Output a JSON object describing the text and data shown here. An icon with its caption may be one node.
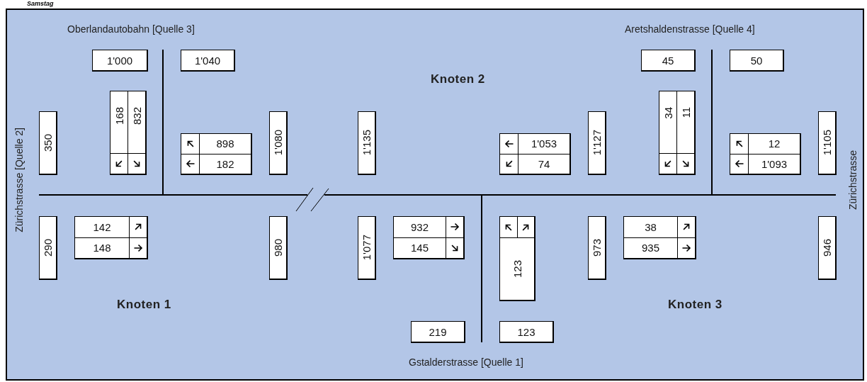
{
  "diagram": {
    "title": "Samstag",
    "nodes": [
      {
        "text": [
          "1'000"
        ]
      },
      {
        "text": [
          "1'040"
        ]
      },
      {
        "text": [
          "45"
        ]
      },
      {
        "text": [
          "50"
        ]
      },
      {
        "text": [
          "168",
          "832"
        ]
      },
      {
        "text": [
          "350"
        ]
      },
      {
        "text": [
          "898",
          "182"
        ]
      },
      {
        "text": [
          "1'080"
        ]
      },
      {
        "text": [
          "1'135"
        ]
      },
      {
        "text": [
          "1'053",
          "74"
        ]
      },
      {
        "text": [
          "1'127"
        ]
      },
      {
        "text": [
          "34",
          "11"
        ]
      },
      {
        "text": [
          "12",
          "1'093"
        ]
      },
      {
        "text": [
          "1'105"
        ]
      },
      {
        "text": [
          "290"
        ]
      },
      {
        "text": [
          "142",
          "148"
        ]
      },
      {
        "text": [
          "980"
        ]
      },
      {
        "text": [
          "1'077"
        ]
      },
      {
        "text": [
          "932",
          "145"
        ]
      },
      {
        "text": [
          "123"
        ]
      },
      {
        "text": [
          "973"
        ]
      },
      {
        "text": [
          "38",
          "935"
        ]
      },
      {
        "text": [
          "946"
        ]
      },
      {
        "text": [
          "219"
        ]
      },
      {
        "text": [
          "123"
        ]
      }
    ],
    "labels": [
      "Oberlandautobahn [Quelle 3]",
      "Aretshaldenstrasse [Quelle 4]",
      "Knoten 2",
      "Zürichstrasse [Quelle 2]",
      "Zürichstrasse",
      "Knoten 1",
      "Knoten 3",
      "Gstalderstrasse [Quelle 1]"
    ]
  }
}
